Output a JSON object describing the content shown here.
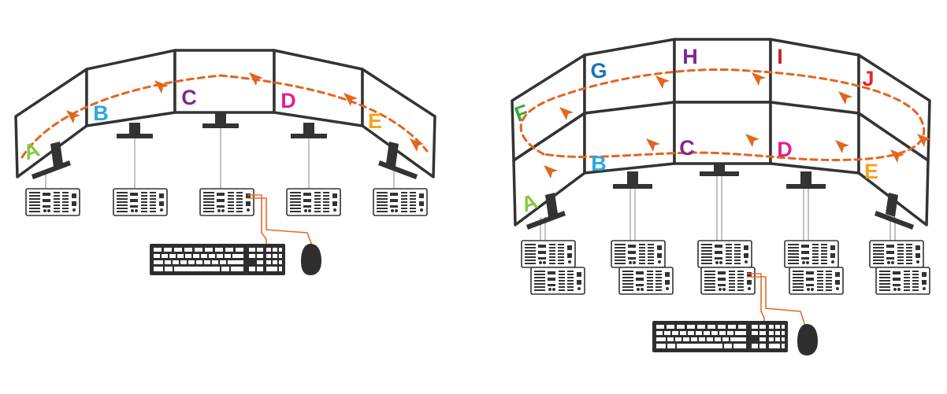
{
  "colors": {
    "path": "#e3651e",
    "arrow": "#e3651e",
    "frame": "#333333",
    "cable_orange": "#e86a2a",
    "cable_gray": "#9a9a9a"
  },
  "left_setup": {
    "labels": [
      {
        "text": "A",
        "color": "#8cc63f"
      },
      {
        "text": "B",
        "color": "#29a9e0"
      },
      {
        "text": "C",
        "color": "#7b2a90"
      },
      {
        "text": "D",
        "color": "#e0218a"
      },
      {
        "text": "E",
        "color": "#f7a21b"
      }
    ],
    "computers": 5,
    "peripherals": [
      "keyboard-icon",
      "mouse-icon"
    ]
  },
  "right_setup": {
    "top_labels": [
      {
        "text": "F",
        "color": "#3aa935"
      },
      {
        "text": "G",
        "color": "#1e72b8"
      },
      {
        "text": "H",
        "color": "#7b2a90"
      },
      {
        "text": "I",
        "color": "#c1272d"
      },
      {
        "text": "J",
        "color": "#e8251f"
      }
    ],
    "bottom_labels": [
      {
        "text": "A",
        "color": "#8cc63f"
      },
      {
        "text": "B",
        "color": "#29a9e0"
      },
      {
        "text": "C",
        "color": "#7b2a90"
      },
      {
        "text": "D",
        "color": "#e0218a"
      },
      {
        "text": "E",
        "color": "#f7a21b"
      }
    ],
    "computers": 10,
    "peripherals": [
      "keyboard-icon",
      "mouse-icon"
    ]
  }
}
